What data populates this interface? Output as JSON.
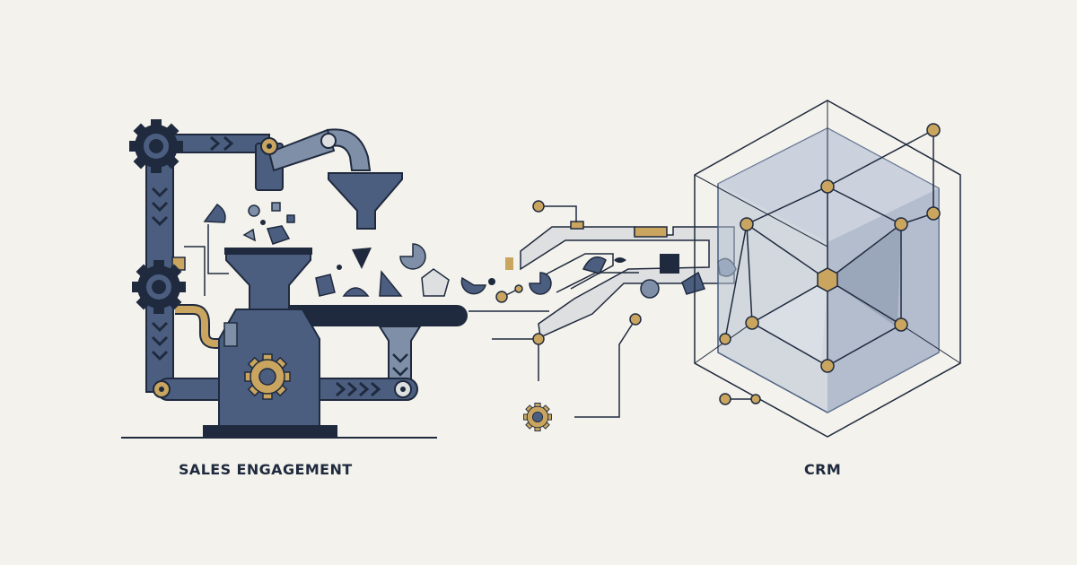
{
  "labels": {
    "left": "SALES ENGAGEMENT",
    "right": "CRM"
  },
  "icons": [
    "gear-icon",
    "funnel-icon",
    "conveyor-belt",
    "cube-network"
  ],
  "colors": {
    "background": "#f4f2ec",
    "navy": "#1f2a3e",
    "slate": "#4b5e80",
    "slate_light": "#7f8fa8",
    "gold": "#c9a560",
    "pale_blue": "#b7c2d4",
    "pale_gray": "#dedfe0"
  }
}
